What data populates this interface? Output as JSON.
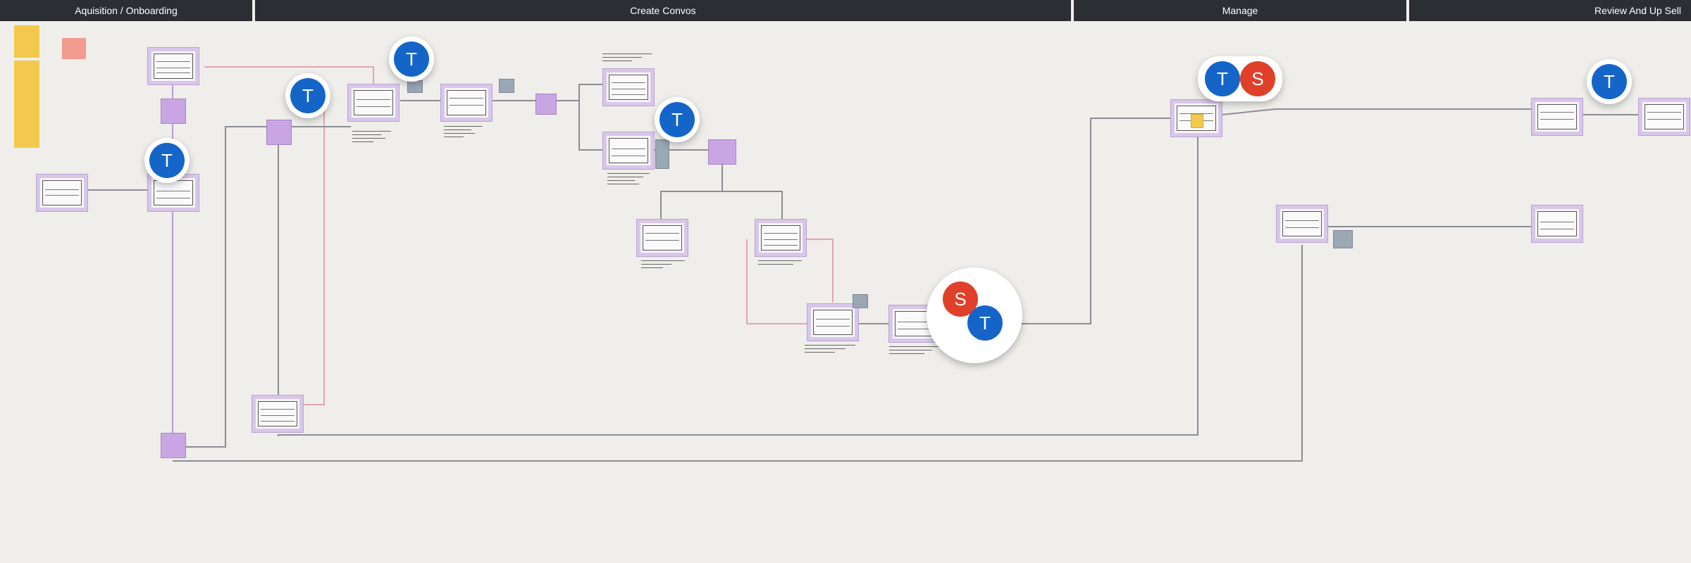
{
  "phases": [
    {
      "label": "Aquisition / Onboarding"
    },
    {
      "label": "Create Convos"
    },
    {
      "label": "Manage"
    },
    {
      "label": "Review And Up Sell"
    }
  ],
  "collaborators": {
    "t_initial": "T",
    "s_initial": "S",
    "t_color": "#1565c8",
    "s_color": "#e0402a"
  },
  "colors": {
    "toolbar": "#2b2e33",
    "canvas": "#efeeea",
    "screen_frame": "#d9c6ea",
    "note": "#c9a6e3",
    "sticky_yellow": "#f2c94c",
    "sticky_pink": "#f29b8f",
    "connector_purple": "#b49bd6",
    "connector_pink": "#e5a3b5",
    "connector_gray": "#8a8d93"
  }
}
